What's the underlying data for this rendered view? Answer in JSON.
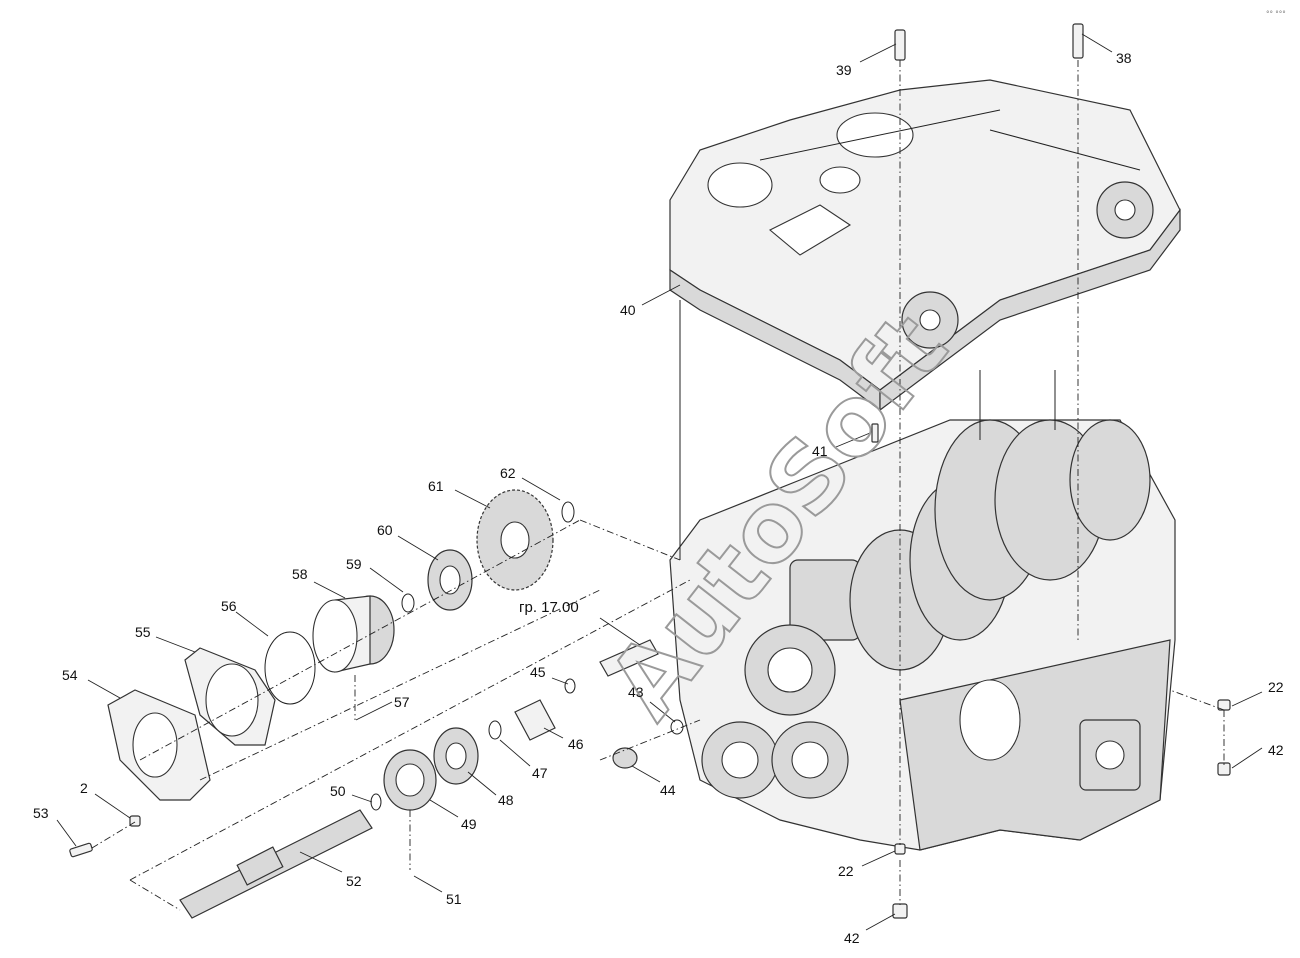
{
  "diagram": {
    "watermark": "AutoSoft",
    "group_reference": "гр. 17.00",
    "corner_mark": "°° °°°",
    "labels": [
      {
        "id": "2",
        "text": "2"
      },
      {
        "id": "22a",
        "text": "22"
      },
      {
        "id": "22b",
        "text": "22"
      },
      {
        "id": "38",
        "text": "38"
      },
      {
        "id": "39",
        "text": "39"
      },
      {
        "id": "40",
        "text": "40"
      },
      {
        "id": "41",
        "text": "41"
      },
      {
        "id": "42a",
        "text": "42"
      },
      {
        "id": "42b",
        "text": "42"
      },
      {
        "id": "43",
        "text": "43"
      },
      {
        "id": "44",
        "text": "44"
      },
      {
        "id": "45",
        "text": "45"
      },
      {
        "id": "46",
        "text": "46"
      },
      {
        "id": "47",
        "text": "47"
      },
      {
        "id": "48",
        "text": "48"
      },
      {
        "id": "49",
        "text": "49"
      },
      {
        "id": "50",
        "text": "50"
      },
      {
        "id": "51",
        "text": "51"
      },
      {
        "id": "52",
        "text": "52"
      },
      {
        "id": "53",
        "text": "53"
      },
      {
        "id": "54",
        "text": "54"
      },
      {
        "id": "55",
        "text": "55"
      },
      {
        "id": "56",
        "text": "56"
      },
      {
        "id": "57",
        "text": "57"
      },
      {
        "id": "58",
        "text": "58"
      },
      {
        "id": "59",
        "text": "59"
      },
      {
        "id": "60",
        "text": "60"
      },
      {
        "id": "61",
        "text": "61"
      },
      {
        "id": "62",
        "text": "62"
      }
    ]
  }
}
